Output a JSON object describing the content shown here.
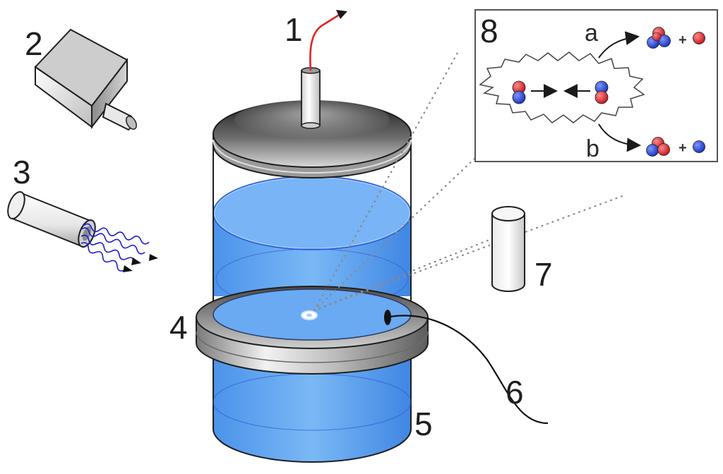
{
  "labels": {
    "n1": "1",
    "n2": "2",
    "n3": "3",
    "n4": "4",
    "n5": "5",
    "n6": "6",
    "n7": "7",
    "n8": "8",
    "branch_a": "a",
    "branch_b": "b",
    "plus": "+"
  },
  "colors": {
    "liquid": "#5aa0ee",
    "liquid_edge": "#2c58d6",
    "proton": "#e2222a",
    "neutron": "#1f3fd6",
    "extraction_arrow": "#e02424",
    "light_waves": "#1c1cd0"
  }
}
